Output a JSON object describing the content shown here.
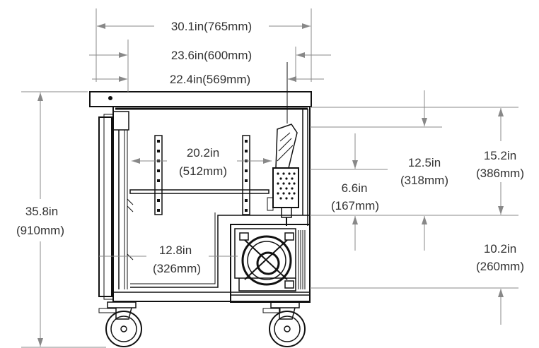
{
  "dimensions": {
    "overall_width": "30.1in(765mm)",
    "cabinet_width": "23.6in(600mm)",
    "inner_width": "22.4in(569mm)",
    "shelf_width_in": "20.2in",
    "shelf_width_mm": "(512mm)",
    "overall_height_in": "35.8in",
    "overall_height_mm": "(910mm)",
    "lower_depth_in": "12.8in",
    "lower_depth_mm": "(326mm)",
    "small_height_in": "6.6in",
    "small_height_mm": "(167mm)",
    "mid_height_in": "12.5in",
    "mid_height_mm": "(318mm)",
    "upper_height_in": "15.2in",
    "upper_height_mm": "(386mm)",
    "base_height_in": "10.2in",
    "base_height_mm": "(260mm)"
  },
  "colors": {
    "outline": "#111111",
    "dimension_line": "#888888",
    "text": "#333333"
  }
}
